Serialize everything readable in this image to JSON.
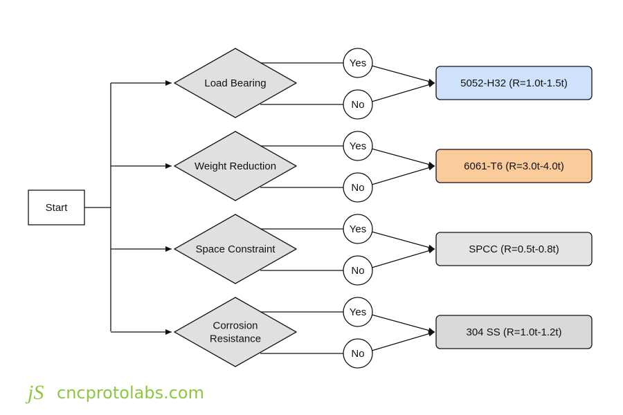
{
  "start": "Start",
  "decisions": [
    {
      "label_lines": [
        "Load Bearing"
      ],
      "yes": "Yes",
      "no": "No",
      "outcome": "5052-H32 (R=1.0t-1.5t)",
      "outcome_fill": "#cfe2fb"
    },
    {
      "label_lines": [
        "Weight Reduction"
      ],
      "yes": "Yes",
      "no": "No",
      "outcome": "6061-T6 (R=3.0t-4.0t)",
      "outcome_fill": "#fbcb9c"
    },
    {
      "label_lines": [
        "Space Constraint"
      ],
      "yes": "Yes",
      "no": "No",
      "outcome": "SPCC (R=0.5t-0.8t)",
      "outcome_fill": "#e4e4e4"
    },
    {
      "label_lines": [
        "Corrosion",
        "Resistance"
      ],
      "yes": "Yes",
      "no": "No",
      "outcome": "304 SS (R=1.0t-1.2t)",
      "outcome_fill": "#d9d9d9"
    }
  ],
  "colors": {
    "diamond_fill": "#e0e0e0",
    "stroke": "#111111",
    "brand": "#8dc63f"
  },
  "logo": {
    "mark": "jS",
    "text": "cncprotolabs.com"
  }
}
